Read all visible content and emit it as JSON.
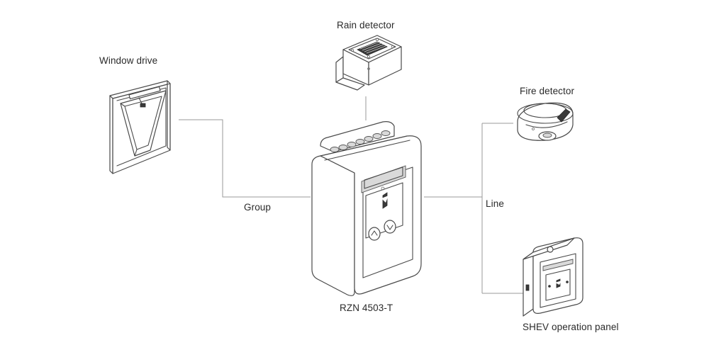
{
  "labels": {
    "rain_detector": "Rain detector",
    "window_drive": "Window drive",
    "fire_detector": "Fire detector",
    "group": "Group",
    "line": "Line",
    "controller": "RZN 4503-T",
    "operation_panel": "SHEV operation panel"
  },
  "colors": {
    "line_art": "#4a4a4a",
    "connector": "#9a9a9a",
    "background": "#ffffff"
  }
}
